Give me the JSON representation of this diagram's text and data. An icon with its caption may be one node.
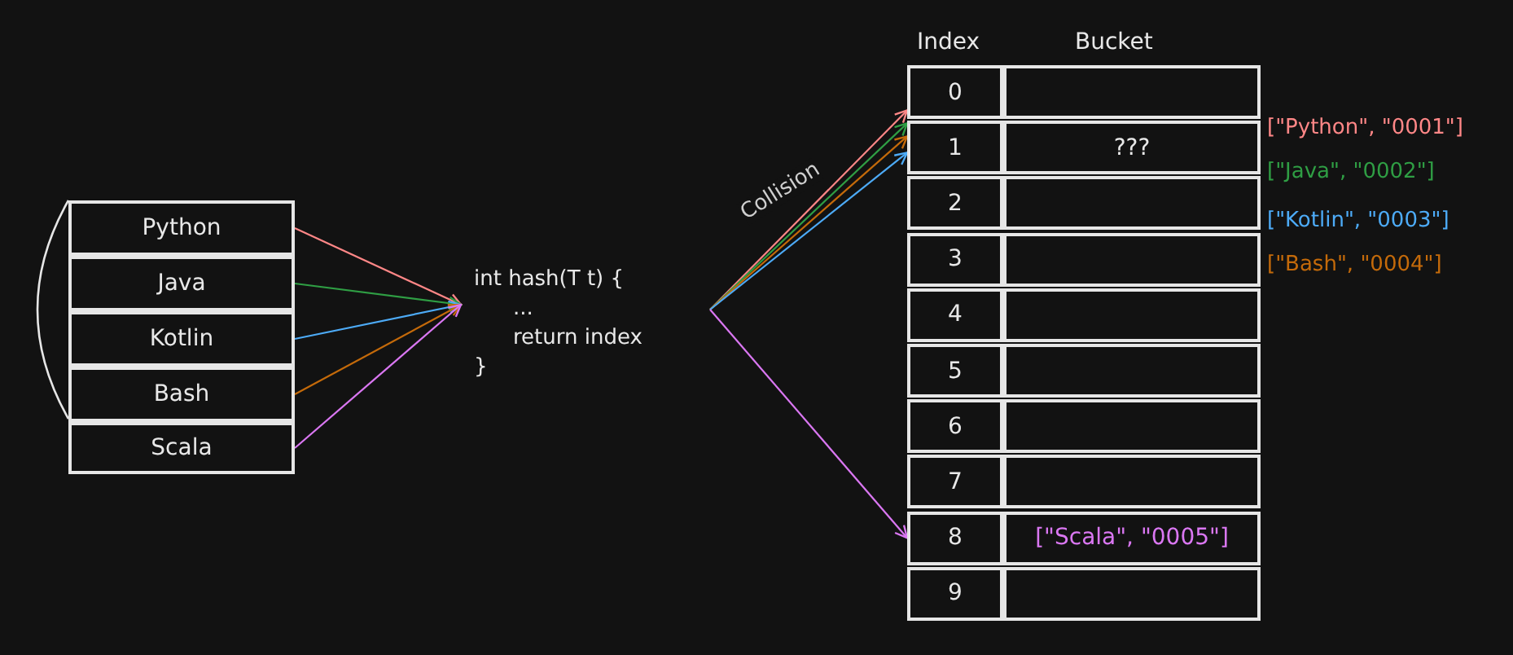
{
  "diagram": {
    "nodes": [
      {
        "text": [
          "Python"
        ]
      },
      {
        "text": [
          "Java"
        ]
      },
      {
        "text": [
          "Kotlin"
        ]
      },
      {
        "text": [
          "Bash"
        ]
      },
      {
        "text": [
          "Scala"
        ]
      },
      {
        "text": [
          "int hash(T t) {",
          "...",
          "return index",
          "}"
        ]
      },
      {
        "text": [
          "0"
        ]
      },
      {
        "text": [],
        "shape": "box"
      },
      {
        "text": [
          "1"
        ]
      },
      {
        "text": [
          "???"
        ]
      },
      {
        "text": [
          "2"
        ]
      },
      {
        "text": [],
        "shape": "box"
      },
      {
        "text": [
          "3"
        ]
      },
      {
        "text": [],
        "shape": "box"
      },
      {
        "text": [
          "4"
        ]
      },
      {
        "text": [],
        "shape": "box"
      },
      {
        "text": [
          "5"
        ]
      },
      {
        "text": [],
        "shape": "box"
      },
      {
        "text": [
          "6"
        ]
      },
      {
        "text": [],
        "shape": "box"
      },
      {
        "text": [
          "7"
        ]
      },
      {
        "text": [],
        "shape": "box"
      },
      {
        "text": [
          "8"
        ]
      },
      {
        "text": [
          "[\"Scala\", \"0005\"]"
        ]
      },
      {
        "text": [
          "9"
        ]
      },
      {
        "text": [],
        "shape": "box"
      }
    ],
    "edges": [
      {
        "from": 0,
        "to": 5,
        "arrow": "to",
        "color": "#ff8787"
      },
      {
        "from": 1,
        "to": 5,
        "arrow": "to",
        "color": "#2f9e44"
      },
      {
        "from": 2,
        "to": 5,
        "arrow": "to",
        "color": "#4dabf7"
      },
      {
        "from": 3,
        "to": 5,
        "arrow": "to",
        "color": "#c46a0a"
      },
      {
        "from": 4,
        "to": 5,
        "arrow": "to",
        "color": "#da77f2"
      },
      {
        "from": 5,
        "to": 8,
        "arrow": "to",
        "color": "#ff8787",
        "label": "Collision"
      },
      {
        "from": 5,
        "to": 8,
        "arrow": "to",
        "color": "#2f9e44"
      },
      {
        "from": 5,
        "to": 8,
        "arrow": "to",
        "color": "#c46a0a"
      },
      {
        "from": 5,
        "to": 8,
        "arrow": "to",
        "color": "#4dabf7"
      },
      {
        "from": 5,
        "to": 22,
        "arrow": "to",
        "color": "#da77f2"
      }
    ],
    "labels": [
      "Index",
      "Bucket",
      "[\"Python\", \"0001\"]",
      "[\"Java\", \"0002\"]",
      "[\"Kotlin\", \"0003\"]",
      "[\"Bash\", \"0004\"]"
    ]
  }
}
